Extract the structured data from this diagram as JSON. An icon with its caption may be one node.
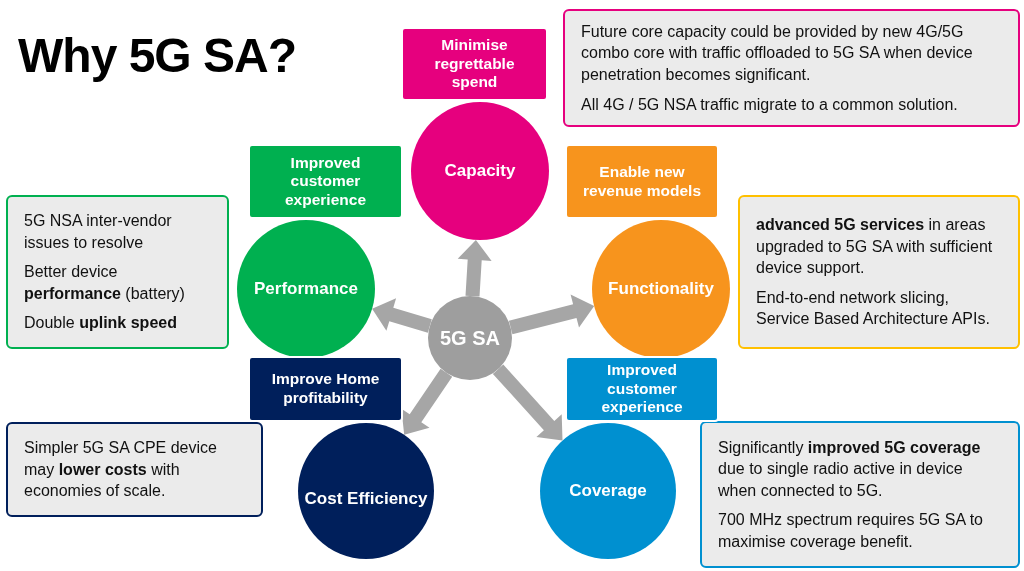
{
  "diagram": {
    "title": "Why 5G SA?",
    "nodes": [
      {
        "text": [
          "5G SA"
        ]
      },
      {
        "text": [
          "Minimise regrettable spend"
        ]
      },
      {
        "text": [
          "Capacity"
        ]
      },
      {
        "text": [
          "Future core capacity could be provided by new 4G/5G combo core with traffic offloaded to 5G SA when device penetration becomes significant.",
          "All 4G / 5G NSA traffic migrate to a common solution."
        ]
      },
      {
        "text": [
          "Improved customer experience"
        ]
      },
      {
        "text": [
          "Performance"
        ]
      },
      {
        "text": [
          "5G NSA inter-vendor issues to resolve",
          "Better device **performance** (battery)",
          "Double **uplink speed**"
        ]
      },
      {
        "text": [
          "Enable new revenue models"
        ]
      },
      {
        "text": [
          "Functionality"
        ]
      },
      {
        "text": [
          "**advanced 5G services** in areas upgraded to 5G SA with sufficient device support.",
          "End-to-end network slicing, Service Based Architecture APIs."
        ]
      },
      {
        "text": [
          "Improve Home profitability"
        ]
      },
      {
        "text": [
          "Cost Efficiency"
        ]
      },
      {
        "text": [
          "Simpler 5G SA CPE device may **lower costs** with economies of scale."
        ]
      },
      {
        "text": [
          "Improved customer experience"
        ]
      },
      {
        "text": [
          "Coverage"
        ]
      },
      {
        "text": [
          "Significantly **improved 5G coverage** due to single radio active in device when connected to 5G.",
          "700 MHz spectrum requires 5G SA to maximise coverage benefit."
        ]
      }
    ],
    "edges": [
      {
        "from": 0,
        "to": 2,
        "arrow": "to"
      },
      {
        "from": 0,
        "to": 5,
        "arrow": "to"
      },
      {
        "from": 0,
        "to": 8,
        "arrow": "to"
      },
      {
        "from": 0,
        "to": 11,
        "arrow": "to"
      },
      {
        "from": 0,
        "to": 14,
        "arrow": "to"
      }
    ]
  }
}
